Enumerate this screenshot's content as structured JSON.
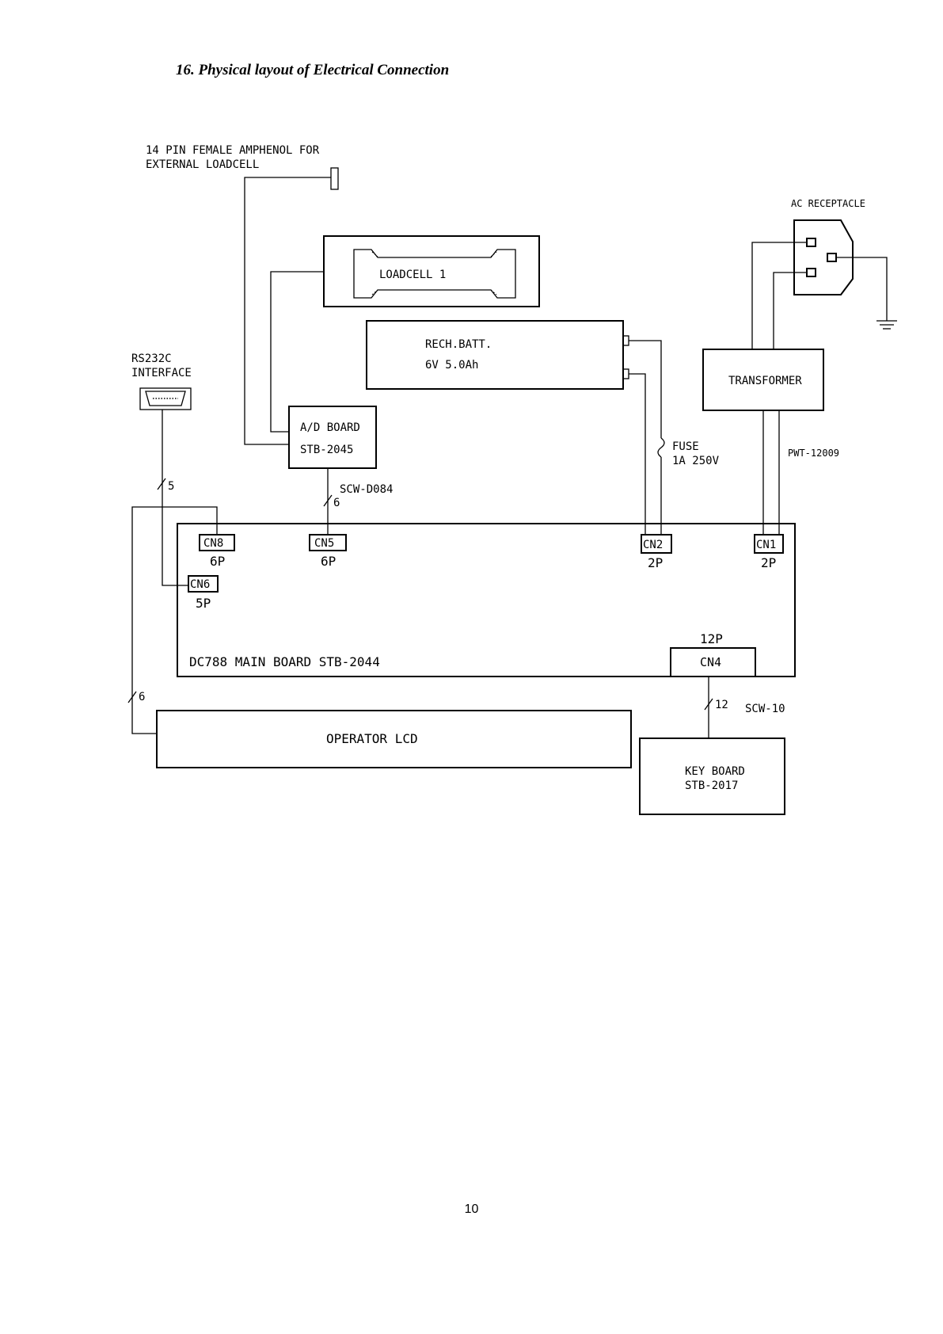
{
  "page": {
    "title": "16. Physical layout of Electrical Connection",
    "number": "10"
  },
  "diagram": {
    "amphenol_label_1": "14 PIN FEMALE AMPHENOL FOR",
    "amphenol_label_2": "EXTERNAL LOADCELL",
    "loadcell": "LOADCELL 1",
    "battery_1": "RECH.BATT.",
    "battery_2": "6V 5.0Ah",
    "ac_receptacle": "AC  RECEPTACLE",
    "transformer": "TRANSFORMER",
    "transformer_cable": "PWT-12009",
    "fuse_1": "FUSE",
    "fuse_2": "1A 250V",
    "rs232_1": "RS232C",
    "rs232_2": "INTERFACE",
    "ad_board_1": "A/D BOARD",
    "ad_board_2": "STB-2045",
    "ad_cable": "SCW-D084",
    "main_board": "DC788 MAIN BOARD STB-2044",
    "operator_lcd": "OPERATOR LCD",
    "key_board_1": "KEY BOARD",
    "key_board_2": "STB-2017",
    "key_cable": "SCW-10",
    "connectors": {
      "cn8": "CN8",
      "cn8_pins": "6P",
      "cn5": "CN5",
      "cn5_pins": "6P",
      "cn6": "CN6",
      "cn6_pins": "5P",
      "cn2": "CN2",
      "cn2_pins": "2P",
      "cn1": "CN1",
      "cn1_pins": "2P",
      "cn4": "CN4",
      "cn4_pins": "12P"
    },
    "wire_counts": {
      "rs232": "5",
      "ad": "6",
      "lcd": "6",
      "key": "12"
    }
  }
}
